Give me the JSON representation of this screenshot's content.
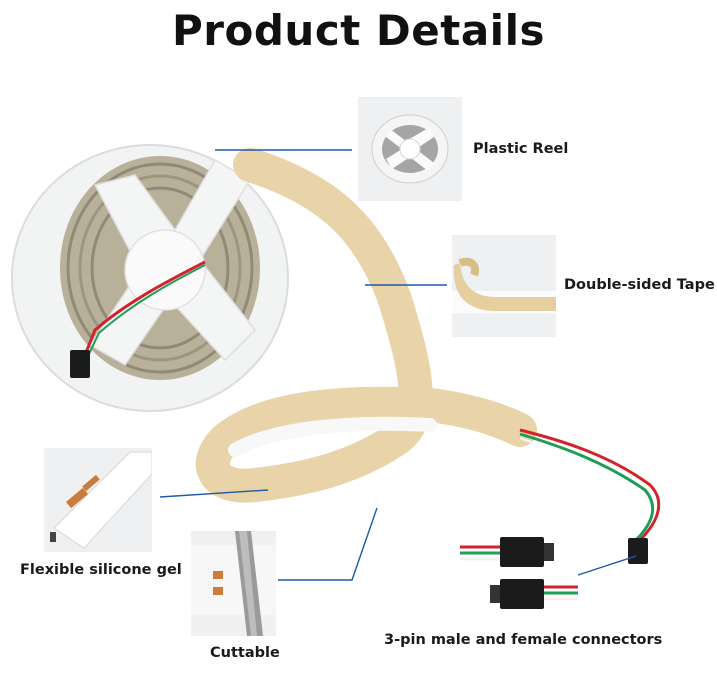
{
  "title": "Product Details",
  "callouts": {
    "plastic_reel": "Plastic Reel",
    "double_sided_tape": "Double-sided Tape",
    "flexible_silicone_gel": "Flexible silicone gel",
    "cuttable": "Cuttable",
    "connectors": "3-pin male and female connectors"
  },
  "colors": {
    "leader_line": "#1f5aa6",
    "tape_backing": "#e8d2a8",
    "wire_red": "#d2232a",
    "wire_green": "#1f9d55"
  }
}
